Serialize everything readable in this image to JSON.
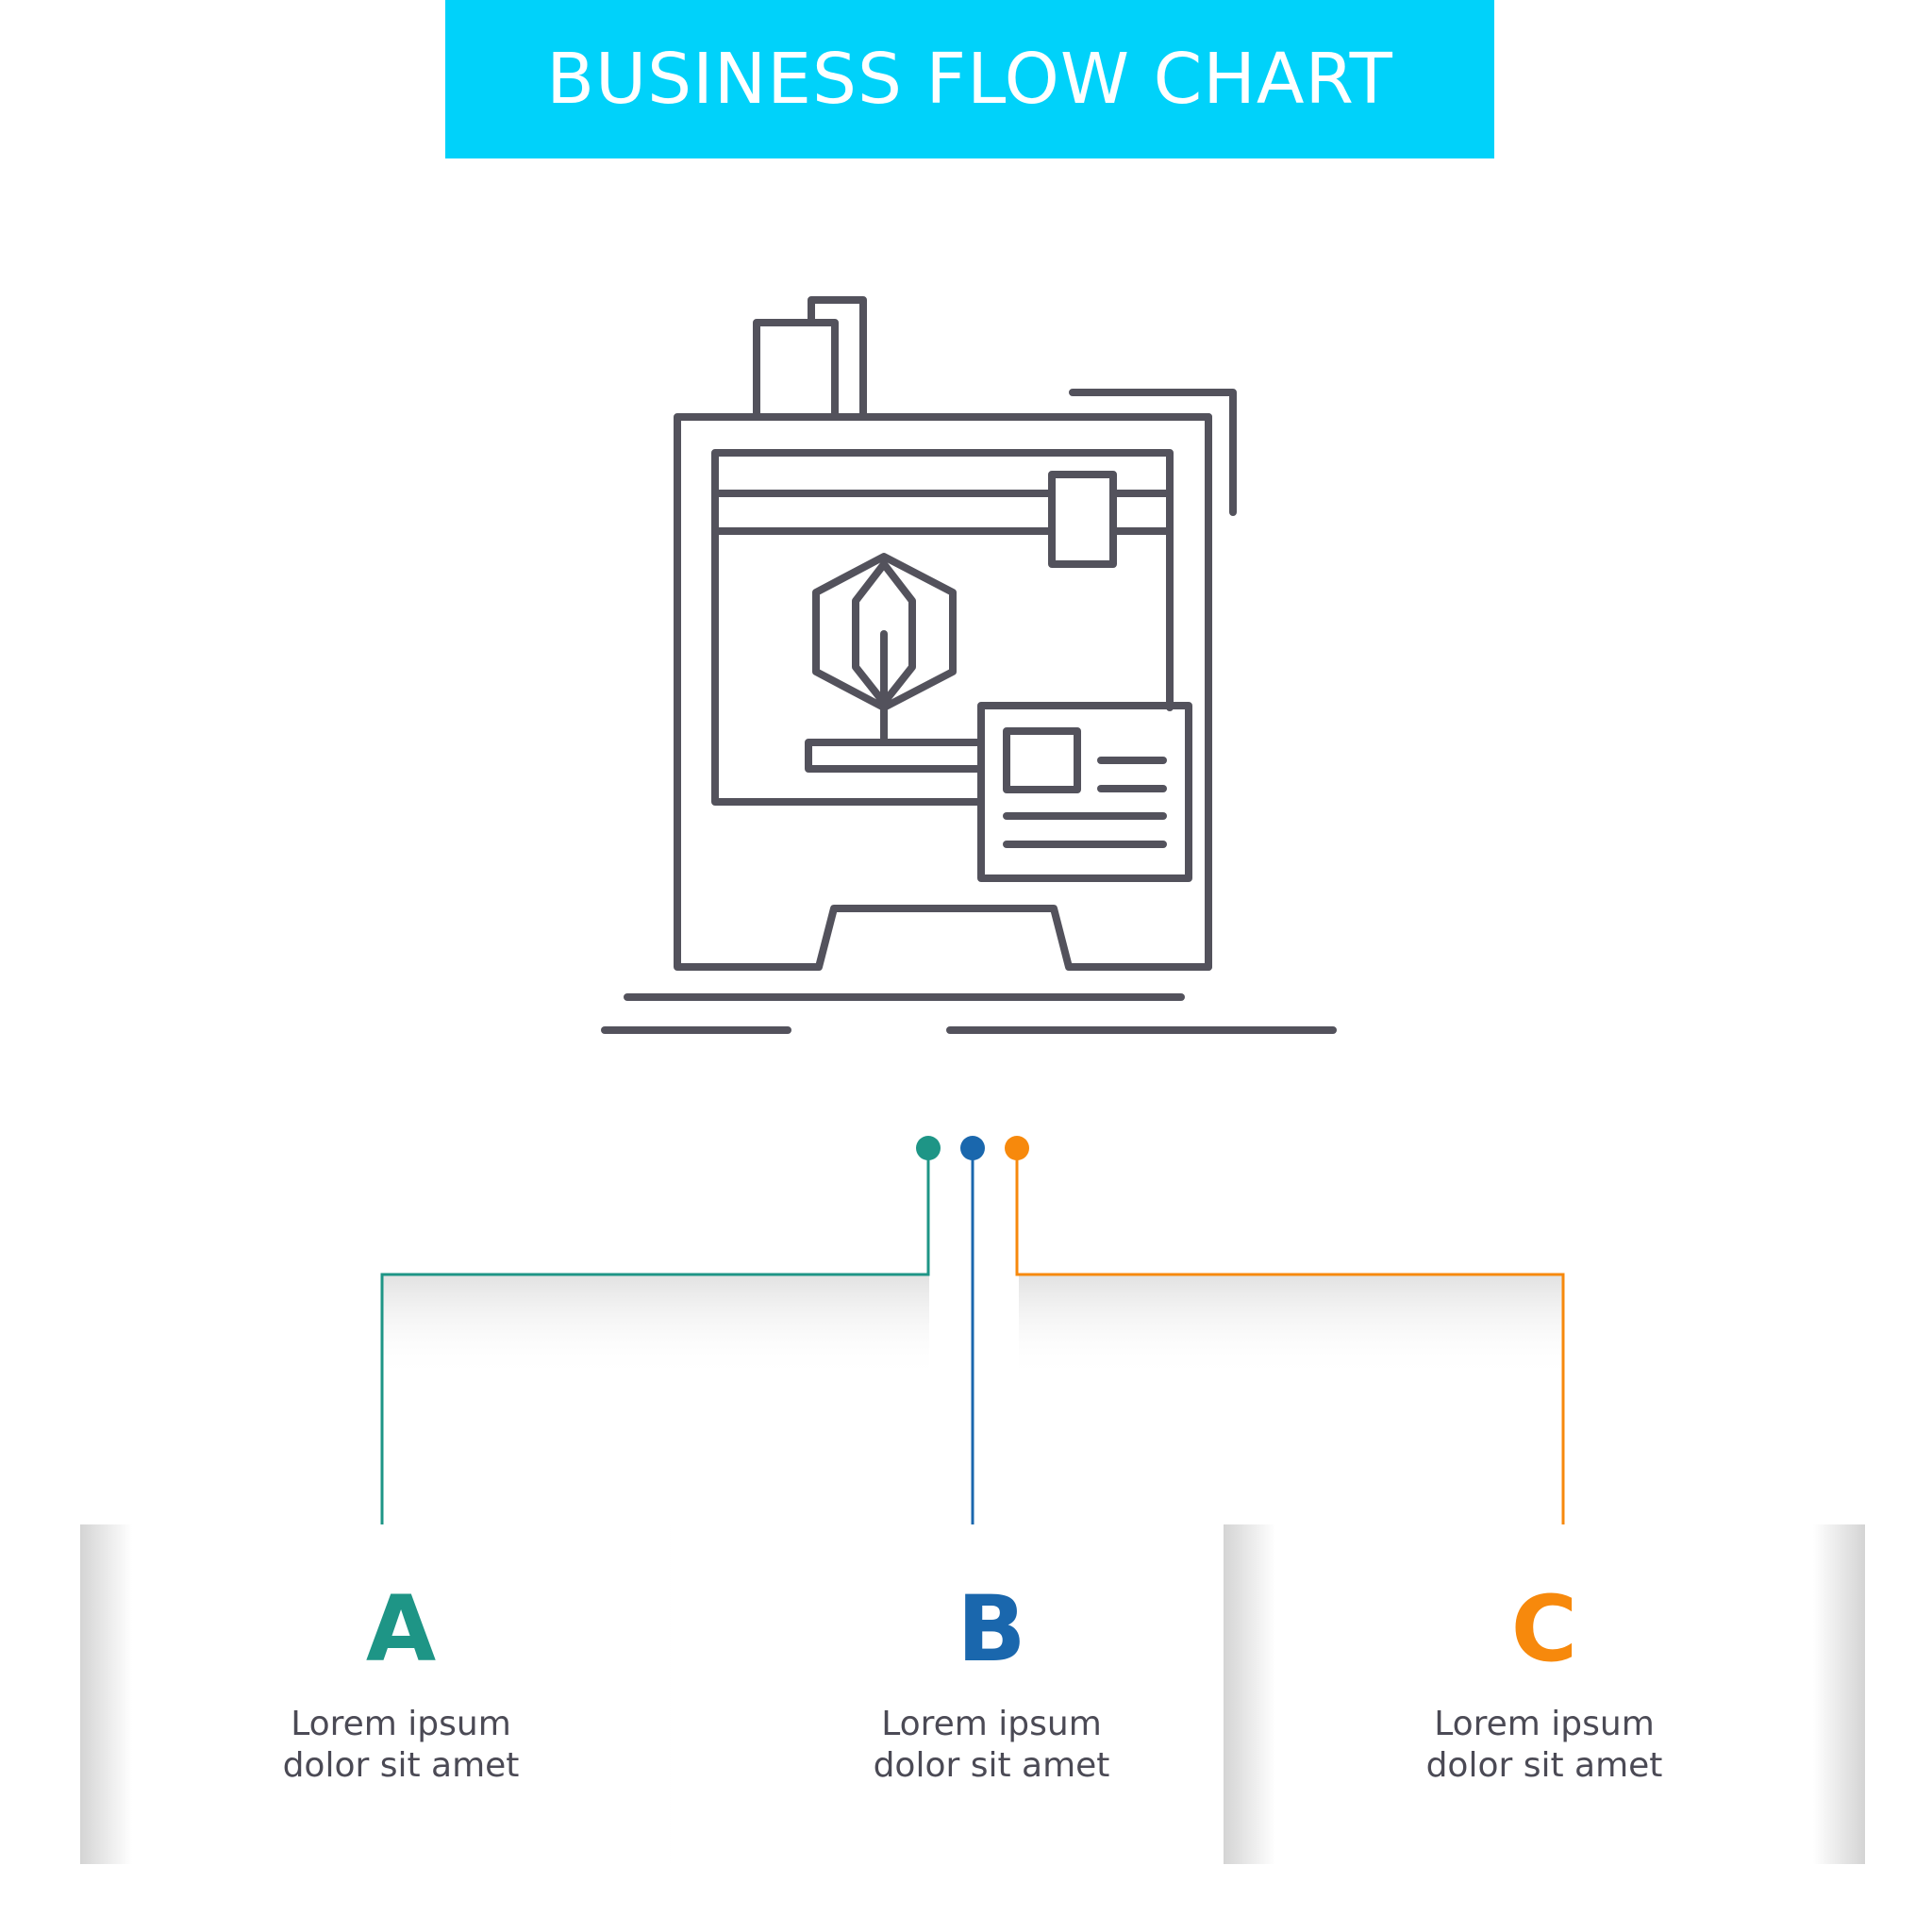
{
  "title": "BUSINESS FLOW CHART",
  "icon": "3d-printer-icon",
  "colors": {
    "banner": "#00d2fa",
    "icon_stroke": "#53525c",
    "a": "#1e9586",
    "b": "#1a67ad",
    "c": "#f7890c"
  },
  "steps": [
    {
      "letter": "A",
      "line1": "Lorem ipsum",
      "line2": "dolor sit amet"
    },
    {
      "letter": "B",
      "line1": "Lorem ipsum",
      "line2": "dolor sit amet"
    },
    {
      "letter": "C",
      "line1": "Lorem ipsum",
      "line2": "dolor sit amet"
    }
  ]
}
